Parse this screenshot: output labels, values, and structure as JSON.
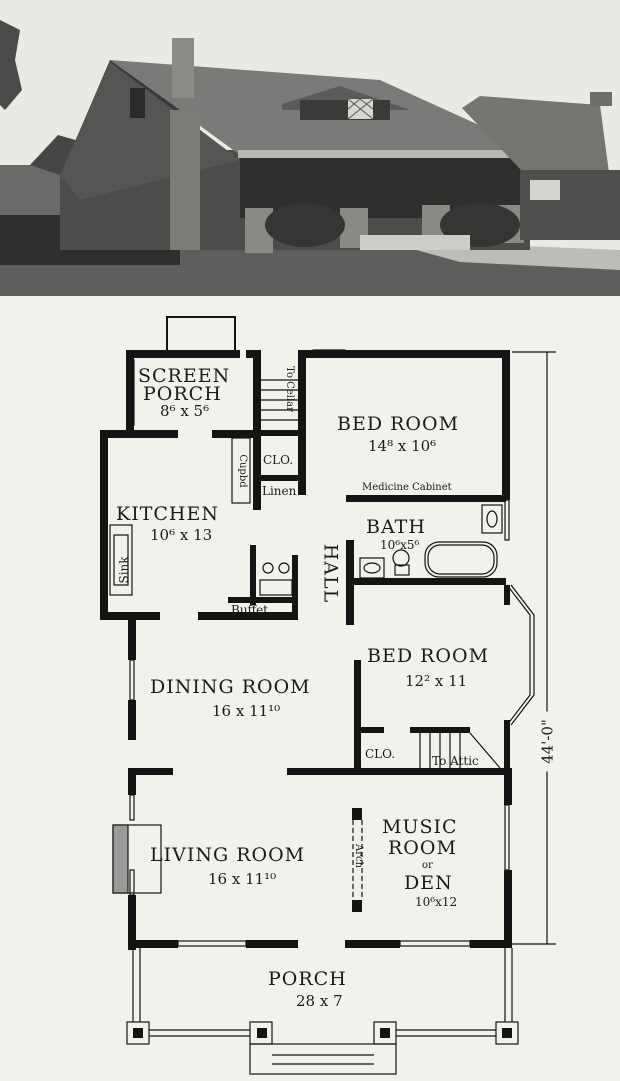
{
  "photo": {
    "subject": "Craftsman bungalow exterior photograph",
    "features": [
      "gabled roof",
      "cobblestone chimney",
      "dormer with diamond-pane window",
      "front porch with stone piers",
      "shrubbery",
      "lawn"
    ]
  },
  "plan": {
    "rooms": {
      "screen_porch": {
        "name_line1": "SCREEN",
        "name_line2": "PORCH",
        "dim": "8⁶ x 5⁶"
      },
      "bedroom_1": {
        "name": "BED ROOM",
        "dim": "14⁸ x 10⁶"
      },
      "kitchen": {
        "name": "KITCHEN",
        "dim": "10⁶ x 13"
      },
      "bath": {
        "name": "BATH",
        "dim": "10⁶x5⁶"
      },
      "hall": {
        "name": "HALL"
      },
      "bedroom_2": {
        "name": "BED ROOM",
        "dim": "12² x 11"
      },
      "dining_room": {
        "name": "DINING ROOM",
        "dim": "16 x 11¹⁰"
      },
      "living_room": {
        "name": "LIVING ROOM",
        "dim": "16 x 11¹⁰"
      },
      "music_room": {
        "name_line1": "MUSIC",
        "name_line2": "ROOM",
        "or": "or",
        "name_line3": "DEN",
        "dim": "10⁶x12"
      },
      "porch": {
        "name": "PORCH",
        "dim": "28 x 7"
      }
    },
    "fixtures": {
      "to_cellar": "To Cellar",
      "clo_1": "CLO.",
      "linen": "Linen",
      "cupbd": "Cupbd",
      "medicine_cabinet": "Medicine Cabinet",
      "sink": "Sink",
      "buffet": "Buffet",
      "clo_2": "CLO.",
      "to_attic": "To Attic",
      "arch": "Arch"
    },
    "overall_dimension": "44'-0\""
  }
}
